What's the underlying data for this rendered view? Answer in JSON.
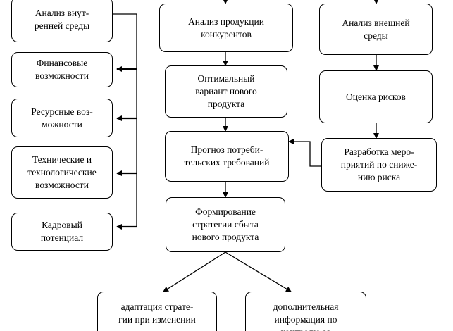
{
  "diagram": {
    "left_column": [
      {
        "id": "internal",
        "text": "Анализ внут-\nренней среды"
      },
      {
        "id": "financial",
        "text": "Финансовые\nвозможности"
      },
      {
        "id": "resource",
        "text": "Ресурсные воз-\nможности"
      },
      {
        "id": "technical",
        "text": "Технические и\nтехнологические\nвозможности"
      },
      {
        "id": "personnel",
        "text": "Кадровый\nпотенциал"
      }
    ],
    "center_column": [
      {
        "id": "competitors",
        "text": "Анализ продукции\nконкурентов"
      },
      {
        "id": "optimal",
        "text": "Оптимальный\nвариант нового\nпродукта"
      },
      {
        "id": "forecast",
        "text": "Прогноз потреби-\nтельских требований"
      },
      {
        "id": "strategy",
        "text": "Формирование\nстратегии сбыта\nнового продукта"
      }
    ],
    "right_column": [
      {
        "id": "external",
        "text": "Анализ внешней\nсреды"
      },
      {
        "id": "risk",
        "text": "Оценка рисков"
      },
      {
        "id": "measures",
        "text": "Разработка меро-\nприятий по сниже-\nнию риска"
      }
    ],
    "bottom_row": [
      {
        "id": "adaptation",
        "text": "адаптация страте-\nгии при изменении"
      },
      {
        "id": "additional",
        "text": "дополнительная\nинформация по\nконтролю за"
      }
    ]
  }
}
